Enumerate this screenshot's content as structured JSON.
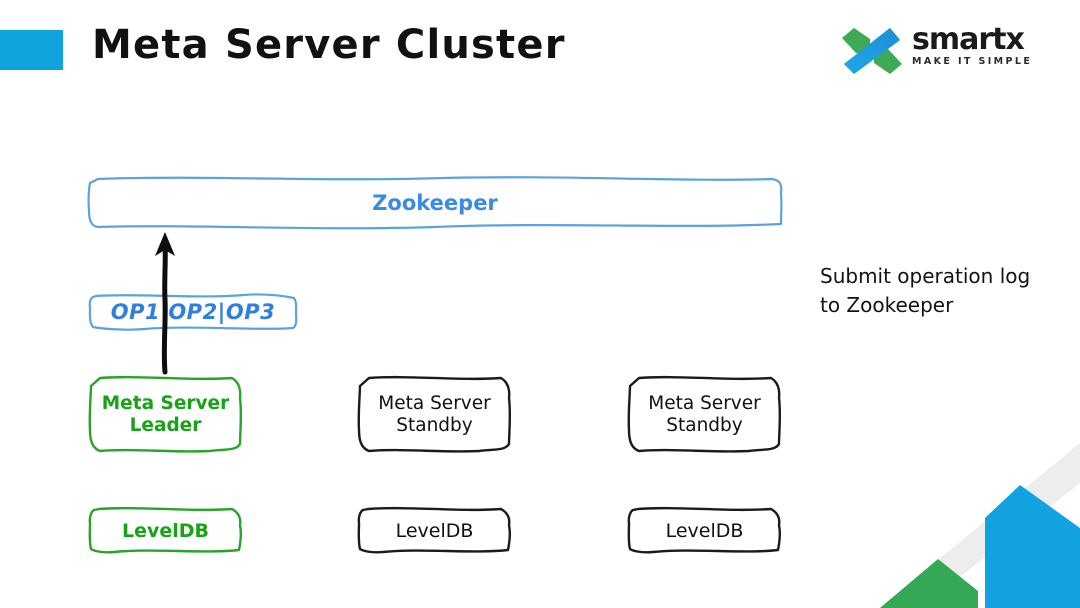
{
  "slide": {
    "title": "Meta Server Cluster",
    "accent_color": "#11a3dd",
    "background": "#ffffff"
  },
  "logo": {
    "name": "smartx",
    "tagline": "MAKE IT SIMPLE",
    "mark_colors": {
      "green": "#3faa55",
      "blue_light": "#27b4e8",
      "blue_dark": "#1b8fd4"
    }
  },
  "diagram": {
    "zookeeper": {
      "label": "Zookeeper",
      "border_color": "#5ba3e0",
      "text_color": "#3b8ae6"
    },
    "oplog": {
      "label": "OP1|OP2|OP3",
      "border_color": "#5ba3e0",
      "text_color": "#2f7fe0"
    },
    "meta_servers": [
      {
        "label": "Meta Server\nLeader",
        "role": "Leader",
        "border_color": "#2aa32a",
        "text_color": "#16a416"
      },
      {
        "label": "Meta Server\nStandby",
        "role": "Standby",
        "border_color": "#1b1b1b",
        "text_color": "#111111"
      },
      {
        "label": "Meta Server\nStandby",
        "role": "Standby",
        "border_color": "#1b1b1b",
        "text_color": "#111111"
      }
    ],
    "databases": [
      {
        "label": "LevelDB",
        "border_color": "#2aa32a",
        "text_color": "#16a416"
      },
      {
        "label": "LevelDB",
        "border_color": "#1b1b1b",
        "text_color": "#111111"
      },
      {
        "label": "LevelDB",
        "border_color": "#1b1b1b",
        "text_color": "#111111"
      }
    ],
    "arrow": {
      "name": "submit-log-arrow",
      "from": "Meta Server Leader",
      "to": "Zookeeper",
      "color": "#0d0d0d"
    },
    "annotation": "Submit operation log\nto Zookeeper"
  },
  "decoration": {
    "band_color": "#ededed",
    "green_shape_color": "#35a856",
    "blue_shape_color": "#12a2e0"
  }
}
